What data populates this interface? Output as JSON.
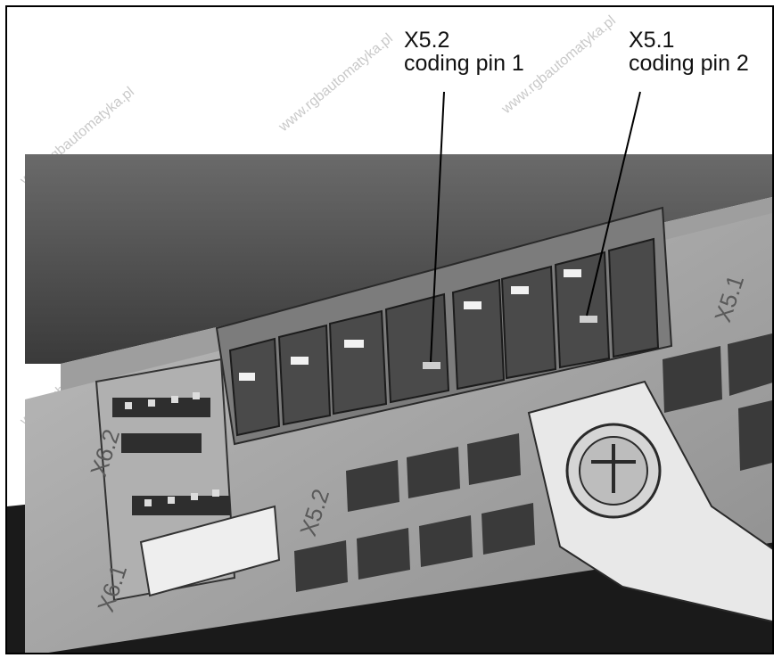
{
  "callouts": [
    {
      "name": "X5.2",
      "detail": "coding pin 1"
    },
    {
      "name": "X5.1",
      "detail": "coding pin 2"
    }
  ],
  "housing_labels": [
    "X6.2",
    "X6.1",
    "X5.2",
    "X5.1"
  ],
  "watermark": "www.rgbautomatyka.pl",
  "colors": {
    "frame": "#000000",
    "background": "#ffffff",
    "leader": "#000000"
  }
}
